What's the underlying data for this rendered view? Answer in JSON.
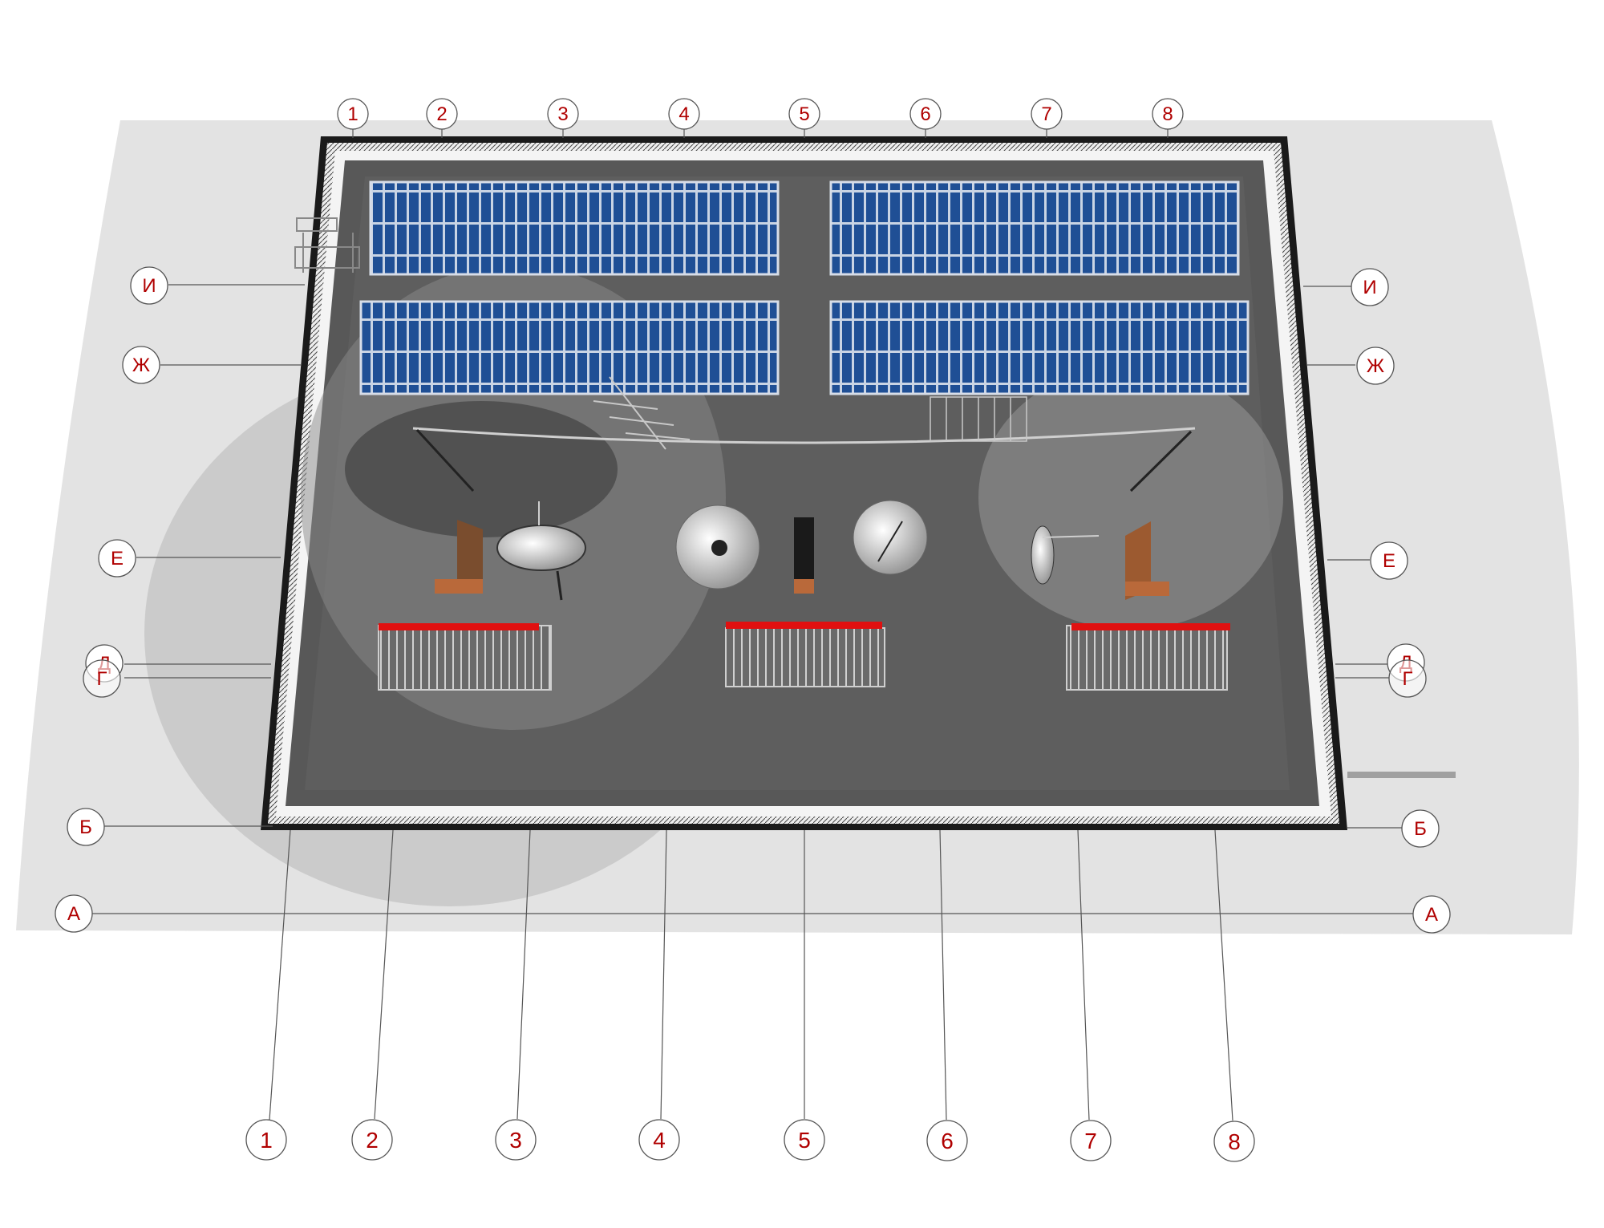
{
  "column_axes": {
    "top_labels": [
      "1",
      "2",
      "3",
      "4",
      "5",
      "6",
      "7",
      "8"
    ],
    "bottom_labels": [
      "1",
      "2",
      "3",
      "4",
      "5",
      "6",
      "7",
      "8"
    ]
  },
  "row_axes": {
    "labels": [
      "И",
      "Ж",
      "Е",
      "Д",
      "Г",
      "Б",
      "А"
    ]
  },
  "colors": {
    "bubble_stroke": "#555555",
    "bubble_text": "#b00000",
    "floor": "#585858",
    "wall": "#1a1a1a",
    "solar_panel": "#1f4f95",
    "accent_red": "#e01010",
    "shadow_grey": "#d9d9d9"
  }
}
